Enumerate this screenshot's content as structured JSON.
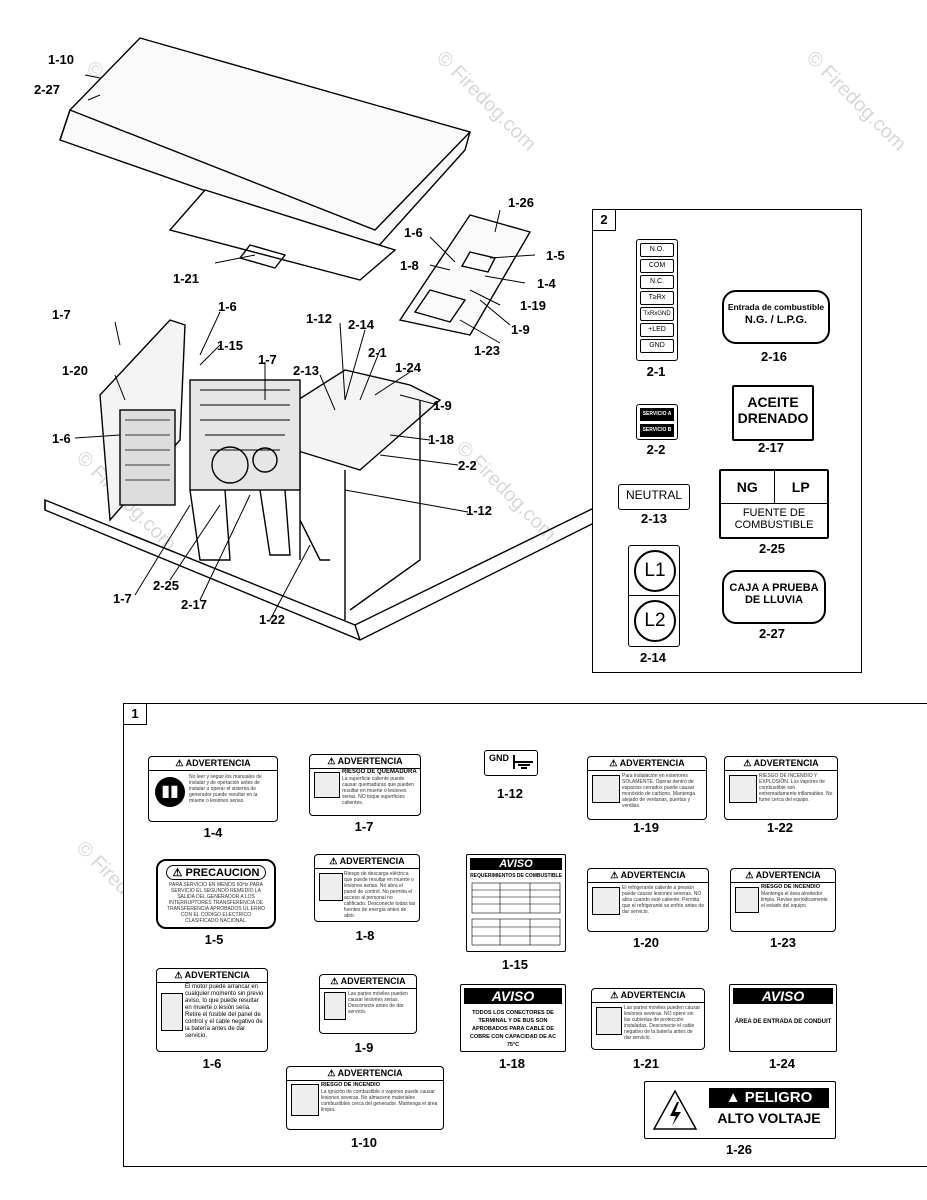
{
  "watermark": "© Firedog.com",
  "callouts": {
    "c_1_10": "1-10",
    "c_2_27": "2-27",
    "c_1_21": "1-21",
    "c_1_26": "1-26",
    "c_1_6a": "1-6",
    "c_1_5": "1-5",
    "c_1_8": "1-8",
    "c_1_4": "1-4",
    "c_1_19": "1-19",
    "c_1_9": "1-9",
    "c_1_23": "1-23",
    "c_1_7a": "1-7",
    "c_1_6b": "1-6",
    "c_1_15": "1-15",
    "c_1_20": "1-20",
    "c_1_7b": "1-7",
    "c_1_12a": "1-12",
    "c_2_14": "2-14",
    "c_2_13": "2-13",
    "c_2_1": "2-1",
    "c_1_24": "1-24",
    "c_1_9b": "1-9",
    "c_1_18": "1-18",
    "c_1_6c": "1-6",
    "c_2_2": "2-2",
    "c_1_12b": "1-12",
    "c_1_7c": "1-7",
    "c_2_25": "2-25",
    "c_2_17": "2-17",
    "c_1_22": "1-22"
  },
  "panel2": {
    "tag": "2",
    "terminal_rows": [
      "N.O.",
      "COM",
      "N.C.",
      "T≥Rx",
      "TxRxGND",
      "+LED",
      "GND"
    ],
    "l21": "2-1",
    "l22_rows": [
      "SERVICIO A",
      "SERVICIO B"
    ],
    "l22": "2-2",
    "fuel_entry_line1": "Entrada de combustible",
    "fuel_entry_line2": "N.G. / L.P.G.",
    "l216": "2-16",
    "aceite1": "ACEITE",
    "aceite2": "DRENADO",
    "l217": "2-17",
    "neutral": "NEUTRAL",
    "l213": "2-13",
    "ng": "NG",
    "lp": "LP",
    "fuente1": "FUENTE DE",
    "fuente2": "COMBUSTIBLE",
    "l225": "2-25",
    "L1": "L1",
    "L2": "L2",
    "l214": "2-14",
    "caja1": "CAJA A PRUEBA",
    "caja2": "DE LLUVIA",
    "l227": "2-27"
  },
  "panel1": {
    "tag": "1",
    "advertencia": "ADVERTENCIA",
    "precaucion": "PRECAUCION",
    "aviso": "AVISO",
    "l14": "1-4",
    "l17": "1-7",
    "l112": "1-12",
    "l119": "1-19",
    "l122": "1-22",
    "l15": "1-5",
    "l18": "1-8",
    "l115": "1-15",
    "l120": "1-20",
    "l123": "1-23",
    "l16": "1-6",
    "l19": "1-9",
    "l118": "1-18",
    "l121": "1-21",
    "l124": "1-24",
    "l110": "1-10",
    "l126": "1-26",
    "gnd": "GND",
    "t14": "No leer y seguir los manuales de instalar y de operación antes de instalar u operar el sistema de generador puede resultar en la muerte o lesiones serias.",
    "t17_head": "RIESGO DE QUEMADURA",
    "t17": "La superficie caliente puede causar quemaduras que pueden resultar en muerte o lesiones serias. NO toque superficies calientes.",
    "t15": "PARA SERVICIO EN MENOS 60Hz PARA SERVICIO EL SEGUNDO REMEDIO LA SALIDA DEL GENERADOR A LOS INTERRUPTORES TRANSFERENCIA DE TRANSFERENCIA APROBADOS UL ERRO CON EL CODIGO ELECTRICO CLASIFICADO NACIONAL.",
    "t18": "Riesgo de descarga eléctrica que puede resultar en muerte o lesiones serias. No abra el panel de control. No permita el acceso al personal no calificado. Desconecte todas las fuentes de energía antes de abrir.",
    "t115_head": "REQUERIMIENTOS DE COMBUSTIBLE",
    "t119": "Para instalación en exteriores SOLAMENTE. Operar dentro de espacios cerrados puede causar monóxido de carbono. Mantenga alejado de ventanas, puertas y ventilas.",
    "t122": "RIESGO DE INCENDIO Y EXPLOSIÓN. Los vapores de combustible son extremadamente inflamables. No fume cerca del equipo.",
    "t120": "El refrigerante caliente a presión puede causar lesiones severas. NO abra cuando esté caliente. Permita que el refrigerante se enfríe antes de dar servicio.",
    "t123_head": "RIESGO DE INCENDIO",
    "t123": "Mantenga el área alrededor limpia. Revise periódicamente el estado del equipo.",
    "t16": "El motor puede arrancar en cualquier momento sin previo aviso, lo que puede resultar en muerte o lesión seria. Retire el fusible del panel de control y el cable negativo de la batería antes de dar servicio.",
    "t19": "Las partes móviles pueden causar lesiones serias. Desconecte antes de dar servicio.",
    "t118": "TODOS LOS CONECTORES DE TERMINAL Y DE BUS SON APROBADOS PARA CABLE DE COBRE CON CAPACIDAD DE AC 75°C",
    "t121": "Las partes móviles pueden causar lesiones severas. NO opere sin las cubiertas de protección instaladas. Desconecte el cable negativo de la batería antes de dar servicio.",
    "t124": "ÁREA DE ENTRADA DE CONDUIT",
    "t110_head": "RIESGO DE INCENDIO",
    "t110": "La ignición de combustible o vapores puede causar lesiones severas. No almacene materiales combustibles cerca del generador. Mantenga el área limpia.",
    "peligro": "PELIGRO",
    "alto_voltaje": "ALTO VOLTAJE"
  }
}
